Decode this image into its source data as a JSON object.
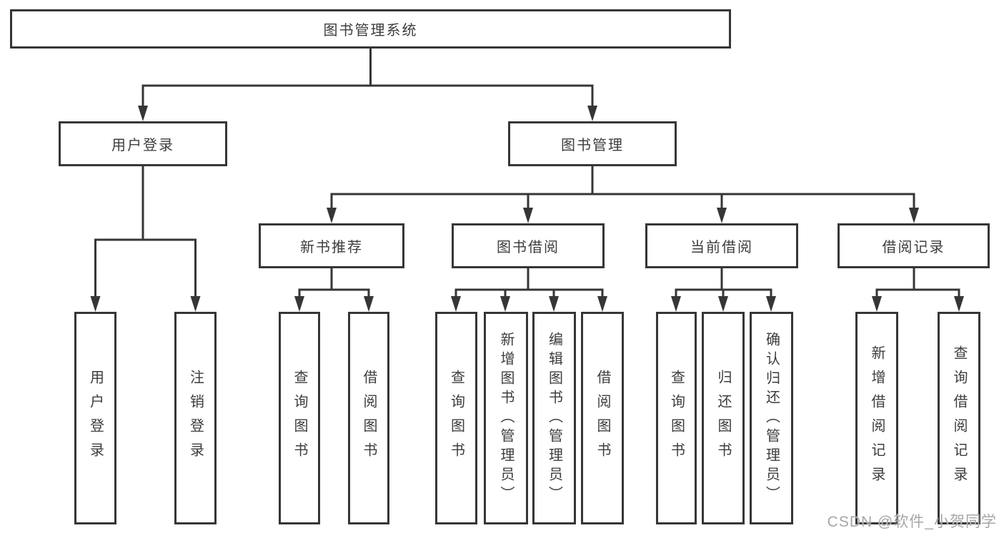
{
  "diagram": {
    "root": {
      "label": "图书管理系统"
    },
    "level2": [
      {
        "label": "用户登录"
      },
      {
        "label": "图书管理"
      }
    ],
    "level3": [
      {
        "label": "新书推荐"
      },
      {
        "label": "图书借阅"
      },
      {
        "label": "当前借阅"
      },
      {
        "label": "借阅记录"
      }
    ],
    "leaves": {
      "user_login": [
        {
          "label": "用户登录"
        },
        {
          "label": "注销登录"
        }
      ],
      "new_book_recommend": [
        {
          "label": "查询图书"
        },
        {
          "label": "借阅图书"
        }
      ],
      "book_borrow": [
        {
          "label": "查询图书"
        },
        {
          "label": "新增图书（管理员）"
        },
        {
          "label": "编辑图书（管理员）"
        },
        {
          "label": "借阅图书"
        }
      ],
      "current_borrow": [
        {
          "label": "查询图书"
        },
        {
          "label": "归还图书"
        },
        {
          "label": "确认归还（管理员）"
        }
      ],
      "borrow_records": [
        {
          "label": "新增借阅记录"
        },
        {
          "label": "查询借阅记录"
        }
      ]
    }
  },
  "watermark": {
    "text": "CSDN @软件_小贺同学"
  },
  "colors": {
    "line": "#363636",
    "text": "#3d3d3d",
    "background": "#ffffff",
    "watermark": "#a6a6a6"
  }
}
